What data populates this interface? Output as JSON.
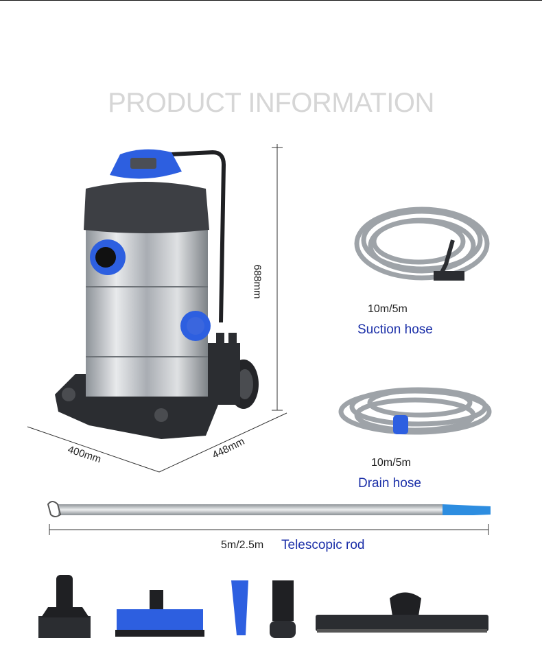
{
  "title": "PRODUCT INFORMATION",
  "dimensions": {
    "height": "688mm",
    "width": "400mm",
    "depth": "448mm"
  },
  "suction_hose": {
    "length": "10m/5m",
    "name": "Suction hose"
  },
  "drain_hose": {
    "length": "10m/5m",
    "name": "Drain hose"
  },
  "rod": {
    "length": "5m/2.5m",
    "name": "Telescopic rod"
  },
  "colors": {
    "accent_blue": "#2d5fe0",
    "label_blue": "#1b2fa8",
    "title_gray": "#d6d6d6",
    "steel": "#b8bcc2",
    "body_dark": "#2b2d31"
  },
  "icons": [
    "vacuum-cleaner",
    "suction-hose",
    "drain-hose",
    "telescopic-rod",
    "squeegee-nozzle",
    "floor-brush",
    "crevice-tool",
    "round-brush",
    "wide-floor-nozzle"
  ]
}
